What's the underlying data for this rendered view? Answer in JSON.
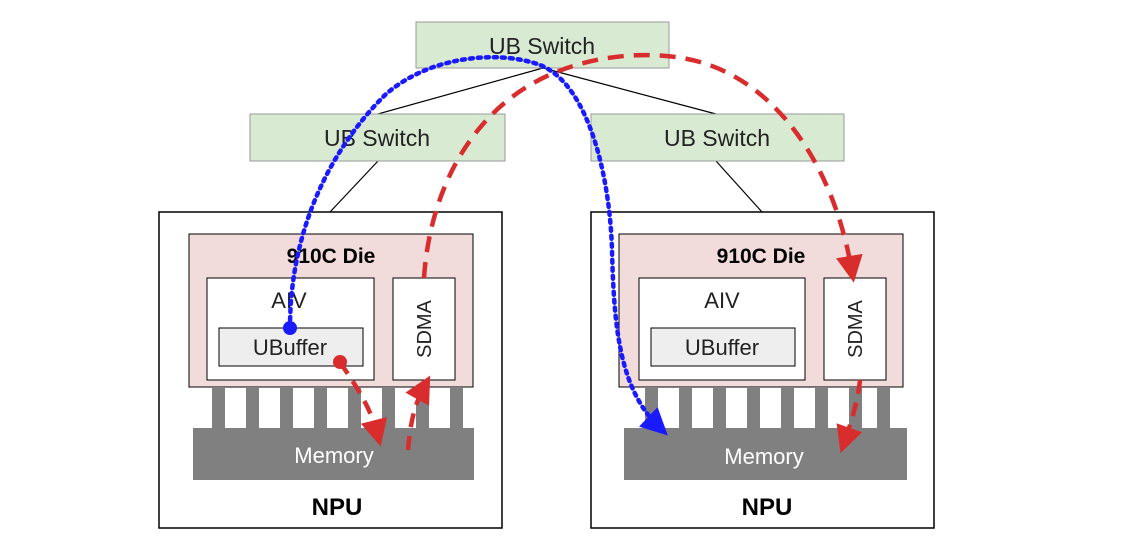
{
  "switches": {
    "top": "UB Switch",
    "left": "UB Switch",
    "right": "UB Switch"
  },
  "npus": [
    {
      "label": "NPU",
      "die": "910C Die",
      "aiv": "AIV",
      "ubuffer": "UBuffer",
      "sdma": "SDMA",
      "memory": "Memory"
    },
    {
      "label": "NPU",
      "die": "910C Die",
      "aiv": "AIV",
      "ubuffer": "UBuffer",
      "sdma": "SDMA",
      "memory": "Memory"
    }
  ],
  "colors": {
    "switch_fill": "#d9ead3",
    "die_fill": "#f2dcdb",
    "memory_fill": "#808080",
    "blue_path": "#1a1aff",
    "red_path": "#d92d2d"
  }
}
